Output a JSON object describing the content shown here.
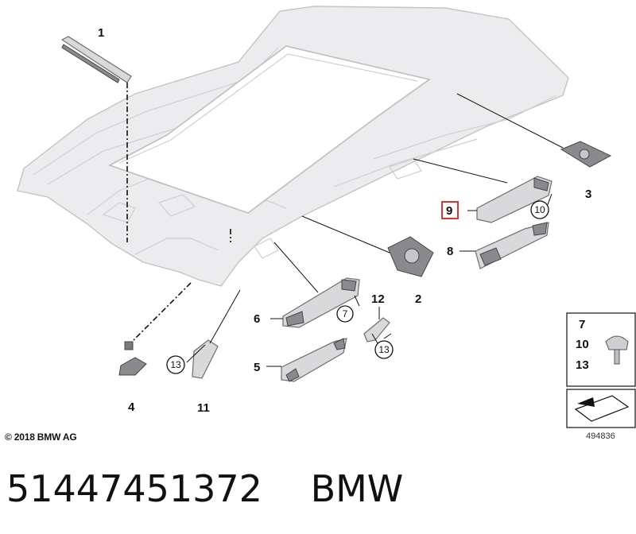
{
  "callouts": {
    "c1": "1",
    "c2": "2",
    "c3": "3",
    "c4": "4",
    "c5": "5",
    "c6": "6",
    "c7": "7",
    "c8": "8",
    "c9": "9",
    "c10": "10",
    "c11": "11",
    "c12": "12",
    "c13": "13"
  },
  "legend": {
    "item7": "7",
    "item10": "10",
    "item13": "13"
  },
  "copyright": "© 2018 BMW AG",
  "figure_number": "494836",
  "footer": {
    "part_number": "51447451372",
    "brand": "BMW"
  },
  "colors": {
    "highlight_box": "#d9333a",
    "text": "#111111",
    "liner": "#ececee"
  }
}
